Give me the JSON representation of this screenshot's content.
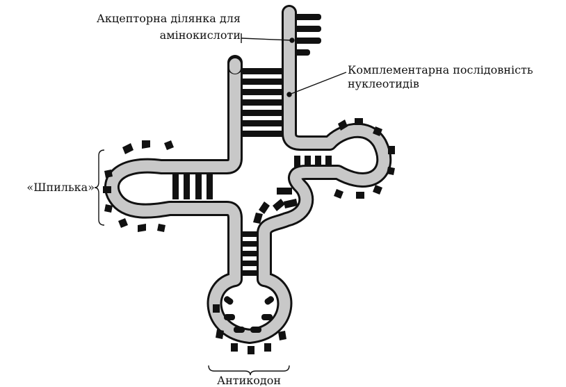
{
  "labels": {
    "acceptor_line1": "Акцепторна ділянка для",
    "acceptor_line2": "амінокислоти",
    "complementary_line1": "Комплементарна послідовність",
    "complementary_line2": "нуклеотидів",
    "hairpin": "«Шпилька»",
    "anticodon": "Антикодон"
  },
  "colors": {
    "strand_fill": "#c8c8c8",
    "strand_outline": "#111111",
    "bases": "#111111",
    "text": "#111111",
    "background": "#ffffff"
  }
}
